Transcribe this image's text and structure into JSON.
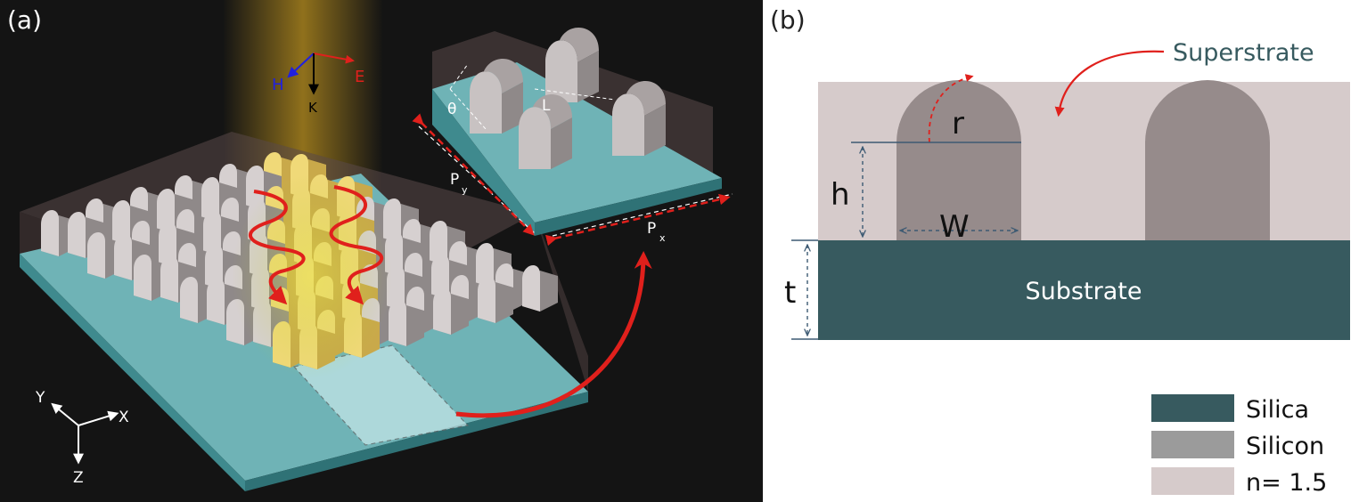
{
  "panel_a": {
    "label": "(a)",
    "field_labels": {
      "H": "H",
      "E": "E",
      "K": "K"
    },
    "dimension_labels": {
      "theta": "θ",
      "L": "L",
      "Py": "P",
      "Py_sub": "y",
      "Px": "P",
      "Px_sub": "x"
    },
    "axes": {
      "x": "X",
      "y": "Y",
      "z": "Z"
    }
  },
  "panel_b": {
    "label": "(b)",
    "superstrate": "Superstrate",
    "substrate": "Substrate",
    "dims": {
      "r": "r",
      "h": "h",
      "w": "W",
      "t": "t"
    },
    "legend": [
      {
        "label": "Silica",
        "color": "#375a5f"
      },
      {
        "label": "Silicon",
        "color": "#9b9b9b"
      },
      {
        "label": "n= 1.5",
        "color": "#d6cbcb"
      }
    ]
  },
  "colors": {
    "dark_bg": "#141414",
    "substrate_top": "#6fb3b6",
    "substrate_side": "#3f8a8e",
    "pillar_top": "#c8c2c2",
    "pillar_side": "#8f8989",
    "superstrate_box": "#5a4848",
    "arrow_red": "#e0201c",
    "beam": "#d6a520",
    "silica": "#375a5f",
    "silicon_pillar": "#968b8b",
    "superstrate_fill": "#d6cbcb",
    "dim_line": "#3d5a73"
  }
}
